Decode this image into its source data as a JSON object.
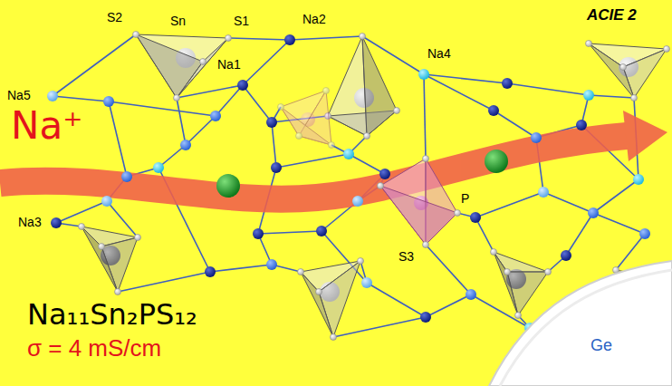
{
  "diagram": {
    "labels": [
      "ACIE 2",
      "S2",
      "Sn",
      "S1",
      "Na2",
      "Na4",
      "Na1",
      "Na5",
      "Na⁺",
      "Na3",
      "P",
      "S3",
      "Na₁₁Sn₂PS₁₂",
      "σ = 4 mS/cm",
      "Ge"
    ]
  }
}
